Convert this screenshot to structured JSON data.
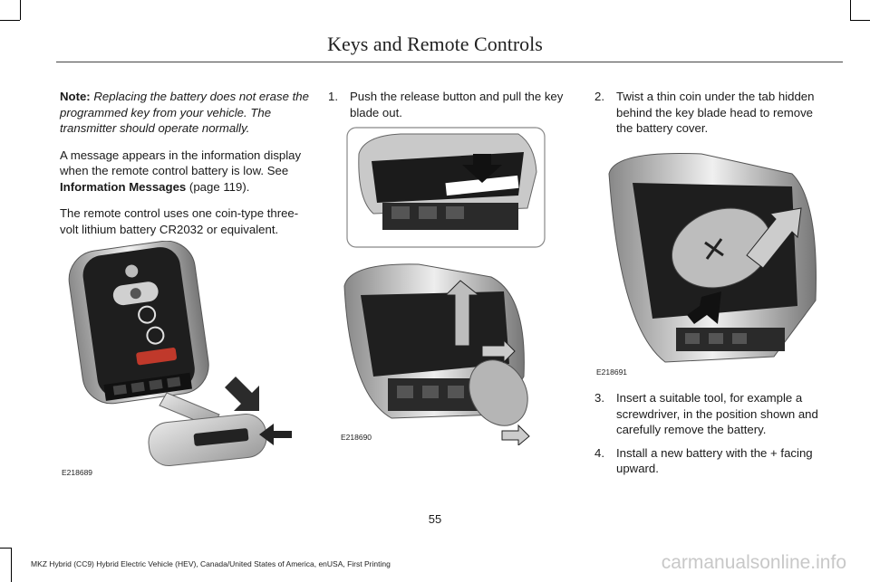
{
  "header": {
    "title": "Keys and Remote Controls"
  },
  "left_column": {
    "note_label": "Note:",
    "note_text": "Replacing the battery does not erase the programmed key from your vehicle.  The transmitter should operate normally.",
    "message_text": "A message appears in the information display when the remote control battery is low.  See",
    "message_ref": "Information Messages",
    "message_page": "(page 119).",
    "battery_text": "The remote control uses one coin-type three-volt lithium battery CR2032 or equivalent.",
    "figure_code": "E218689"
  },
  "middle_column": {
    "step_number": "1.",
    "step_text": "Push the release button and pull the key blade out.",
    "figure_code": "E218690"
  },
  "right_column": {
    "step2_number": "2.",
    "step2_text": "Twist a thin coin under the tab hidden behind the key blade head to remove the battery cover.",
    "figure_code": "E218691",
    "step3_number": "3.",
    "step3_text": "Insert a suitable tool, for example a screwdriver, in the position shown and carefully remove the battery.",
    "step4_number": "4.",
    "step4_text": "Install a new battery with the + facing upward."
  },
  "footer": {
    "page_number": "55",
    "print_info": "MKZ Hybrid (CC9) Hybrid Electric Vehicle (HEV), Canada/United States of America, enUSA, First Printing",
    "watermark": "carmanualsonline.info"
  }
}
